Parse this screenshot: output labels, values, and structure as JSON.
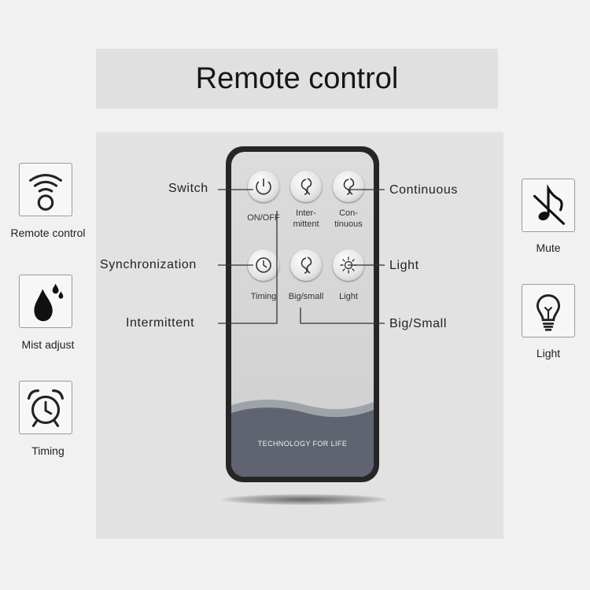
{
  "title": "Remote control",
  "left_features": [
    {
      "label": "Remote control",
      "icon": "wireless-signal-icon"
    },
    {
      "label": "Mist adjust",
      "icon": "water-drop-icon"
    },
    {
      "label": "Timing",
      "icon": "alarm-clock-icon"
    }
  ],
  "right_features": [
    {
      "label": "Mute",
      "icon": "music-note-muted-icon"
    },
    {
      "label": "Light",
      "icon": "light-bulb-icon"
    }
  ],
  "remote": {
    "buttons": [
      {
        "label": "ON/OFF",
        "icon": "power-icon"
      },
      {
        "label_line1": "Inter-",
        "label_line2": "mittent",
        "icon": "swirl-icon"
      },
      {
        "label_line1": "Con-",
        "label_line2": "tinuous",
        "icon": "swirl-icon"
      },
      {
        "label": "Timing",
        "icon": "clock-icon"
      },
      {
        "label": "Big/small",
        "icon": "swirl-icon"
      },
      {
        "label": "Light",
        "icon": "sun-icon"
      }
    ],
    "brand_text": "TECHNOLOGY FOR LIFE"
  },
  "callouts": {
    "switch": "Switch",
    "continuous": "Continuous",
    "synchronization": "Synchronization",
    "light": "Light",
    "intermittent": "Intermittent",
    "big_small": "Big/Small"
  },
  "colors": {
    "background": "#f1f1f1",
    "panel": "#e2e2e2",
    "remote_body": "#262626",
    "remote_bottom": "#5f6470"
  }
}
